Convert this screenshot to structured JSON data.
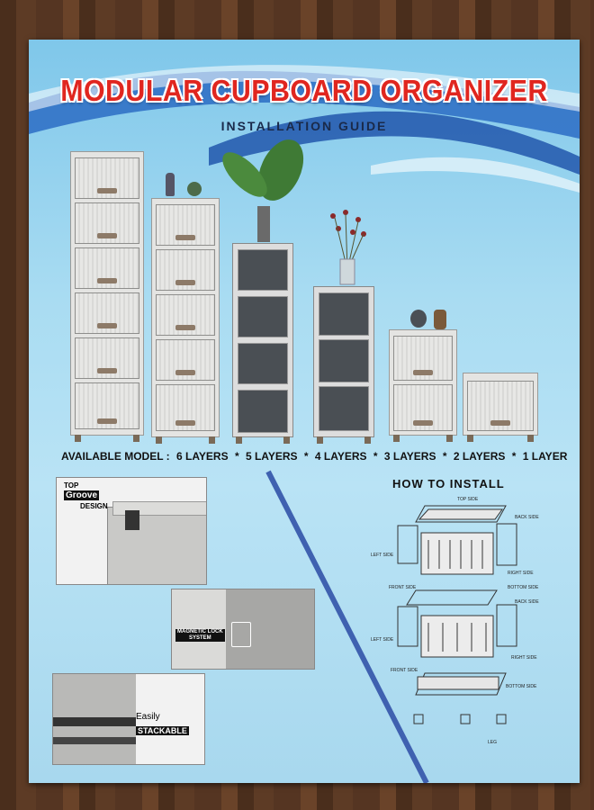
{
  "poster": {
    "title": "MODULAR CUPBOARD ORGANIZER",
    "subtitle": "INSTALLATION  GUIDE",
    "models_prefix": "AVAILABLE MODEL :",
    "models": [
      "6 LAYERS",
      "5 LAYERS",
      "4 LAYERS",
      "3 LAYERS",
      "2 LAYERS",
      "1 LAYER"
    ],
    "separator": "*",
    "how_to_install": "HOW TO INSTALL"
  },
  "photos": {
    "top_label": "TOP",
    "groove_label": "Groove",
    "design_label": "DESIGN",
    "magnetic_label_1": "MAGNETIC LOCK",
    "magnetic_label_2": "SYSTEM",
    "easily_label": "Easily",
    "stackable_label": "STACKABLE"
  },
  "diagram_labels": {
    "top_side": "TOP SIDE",
    "back_side": "BACK SIDE",
    "left_side": "LEFT SIDE",
    "right_side": "RIGHT SIDE",
    "front_side": "FRONT SIDE",
    "bottom_side": "BOTTOM SIDE",
    "leg": "LEG"
  },
  "colors": {
    "title_red": "#e0261f",
    "poster_blue": "#a9dcf2",
    "swoosh_blue": "#1f5fb8",
    "diagonal_stripe": "#3f61b0"
  }
}
